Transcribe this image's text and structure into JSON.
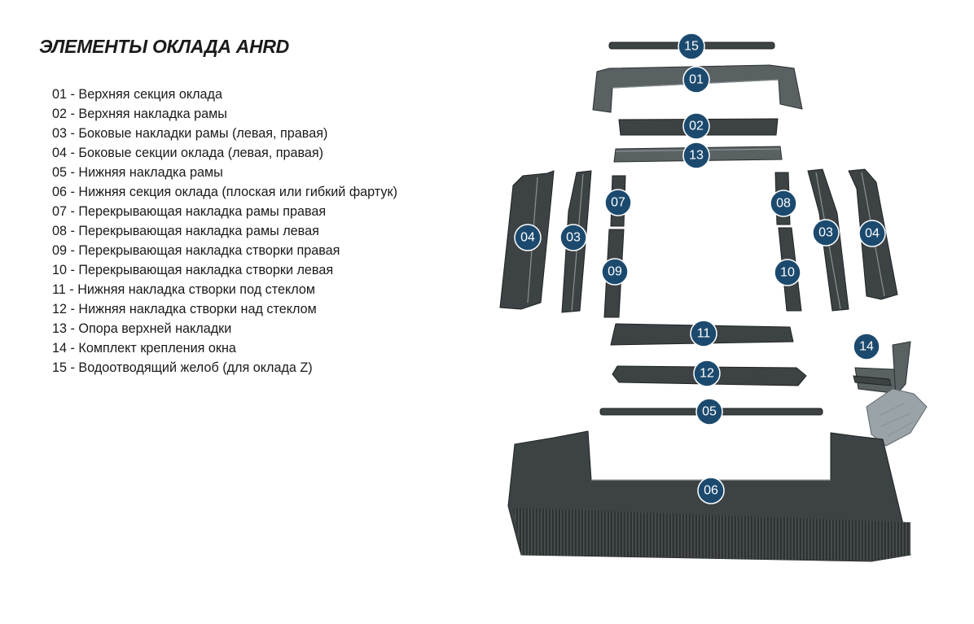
{
  "title": "ЭЛЕМЕНТЫ ОКЛАДА AHRD",
  "legend": [
    "01 - Верхняя секция оклада",
    "02 - Верхняя накладка рамы",
    "03 - Боковые накладки рамы (левая, правая)",
    "04 - Боковые секции оклада (левая, правая)",
    "05 - Нижняя накладка рамы",
    "06 - Нижняя секция оклада (плоская или гибкий фартук)",
    "07 - Перекрывающая накладка рамы правая",
    "08 - Перекрывающая накладка рамы левая",
    "09 - Перекрывающая накладка створки правая",
    "10 - Перекрывающая накладка створки левая",
    "11 - Нижняя накладка створки под стеклом",
    "12 - Нижняя накладка створки над стеклом",
    "13 - Опора верхней накладки",
    "14 - Комплект крепления окна",
    "15 - Водоотводящий желоб (для оклада Z)"
  ],
  "badges": {
    "b15": "15",
    "b01": "01",
    "b02": "02",
    "b13": "13",
    "b04l": "04",
    "b03l": "03",
    "b07": "07",
    "b09": "09",
    "b08": "08",
    "b10": "10",
    "b03r": "03",
    "b04r": "04",
    "b11": "11",
    "b12": "12",
    "b14": "14",
    "b05": "05",
    "b06": "06"
  },
  "colors": {
    "badge": "#1c4a6e",
    "metal": "#3d4244"
  }
}
